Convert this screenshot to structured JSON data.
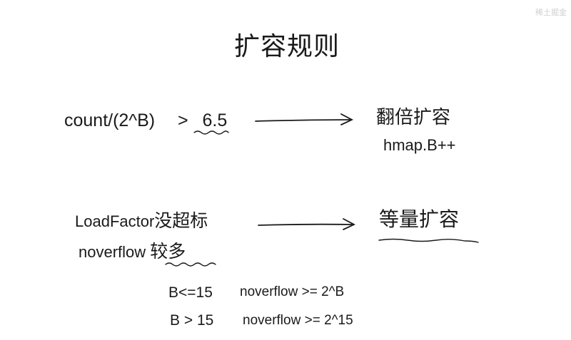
{
  "watermark": "稀土掘金",
  "title": "扩容规则",
  "rule1": {
    "expression": "count/(2^B)",
    "operator": ">",
    "threshold": "6.5",
    "result": "翻倍扩容",
    "code": "hmap.B++"
  },
  "rule2": {
    "line1_latin": "LoadFactor",
    "line1_cjk": "没超标",
    "line2_latin": "noverflow",
    "line2_cjk": "较多",
    "result": "等量扩容"
  },
  "conditions": [
    {
      "b": "B<=15",
      "limit": "noverflow >= 2^B"
    },
    {
      "b": "B > 15",
      "limit": "noverflow >= 2^15"
    }
  ]
}
